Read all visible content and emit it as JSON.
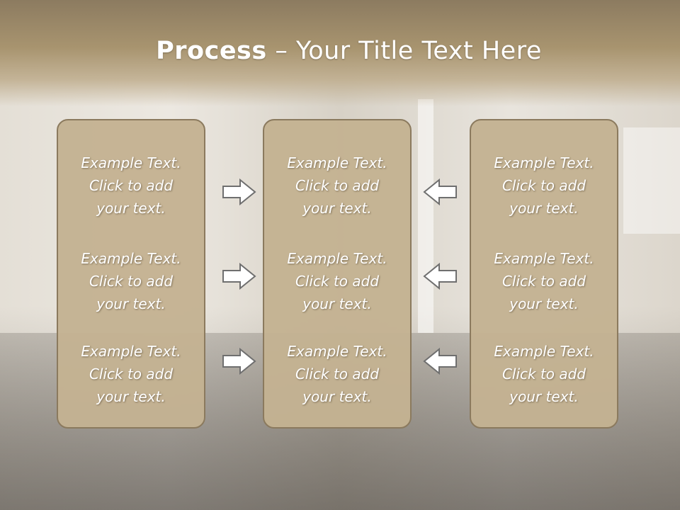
{
  "title": {
    "bold": "Process",
    "rest": " – Your Title Text Here"
  },
  "columns": [
    {
      "items": [
        "Example Text.\nClick  to add\nyour text.",
        "Example Text.\nClick  to add\nyour text.",
        "Example Text.\nClick  to add\nyour text."
      ]
    },
    {
      "items": [
        "Example Text.\nClick  to add\nyour text.",
        "Example Text.\nClick  to add\nyour text.",
        "Example Text.\nClick  to add\nyour text."
      ]
    },
    {
      "items": [
        "Example Text.\nClick  to add\nyour text.",
        "Example Text.\nClick  to add\nyour text.",
        "Example Text.\nClick  to add\nyour text."
      ]
    }
  ],
  "arrows": {
    "left_to_center": "right-arrow-icon",
    "right_to_center": "left-arrow-icon"
  },
  "colors": {
    "header": "#a8946f",
    "panel": "#c4b292",
    "panel_border": "#8b7a5e",
    "text": "#ffffff"
  }
}
